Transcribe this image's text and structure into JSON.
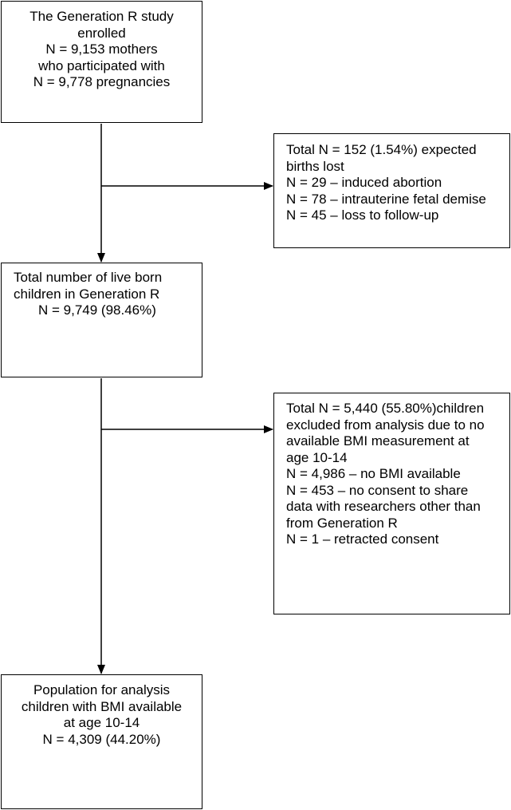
{
  "flowchart": {
    "enrolled_box": {
      "lines": [
        "The Generation R study",
        "enrolled",
        "N = 9,153 mothers",
        "who participated with",
        "N = 9,778 pregnancies"
      ]
    },
    "births_lost_box": {
      "lines": [
        "Total N = 152 (1.54%) expected",
        "births lost",
        "N = 29 – induced abortion",
        "N = 78 – intrauterine fetal demise",
        "N = 45 – loss to follow-up"
      ]
    },
    "live_born_box": {
      "lines": [
        "Total number of live born",
        "children in Generation R",
        "N = 9,749 (98.46%)"
      ]
    },
    "excluded_box": {
      "lines": [
        "Total N = 5,440 (55.80%)children",
        "excluded from analysis due to no",
        "available BMI measurement at",
        "age 10-14",
        "N = 4,986 – no BMI available",
        "N = 453 – no consent to share",
        "data with researchers other than",
        "from Generation R",
        "N = 1 – retracted consent"
      ]
    },
    "analysis_box": {
      "lines": [
        "Population for analysis",
        "children with BMI available",
        "at age 10-14",
        "N = 4,309 (44.20%)"
      ]
    }
  }
}
